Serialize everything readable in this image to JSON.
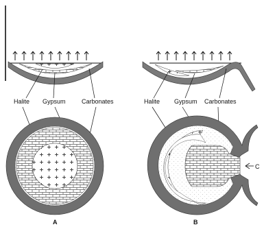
{
  "figure": {
    "labels": {
      "halite": "Halite",
      "gypsum": "Gypsum",
      "carbonates": "Carbonates"
    },
    "panels": [
      {
        "id": "A",
        "label": "A"
      },
      {
        "id": "B",
        "label": "B"
      }
    ],
    "inflow_mark": "C"
  }
}
